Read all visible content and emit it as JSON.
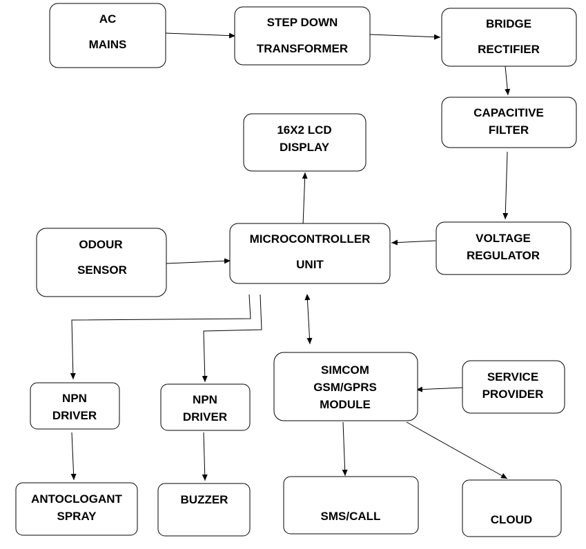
{
  "diagram": {
    "nodes": {
      "ac_mains": {
        "lines": [
          "AC",
          "MAINS"
        ]
      },
      "step_down": {
        "lines": [
          "STEP DOWN",
          "TRANSFORMER"
        ]
      },
      "bridge": {
        "lines": [
          "BRIDGE",
          "RECTIFIER"
        ]
      },
      "cap_filter": {
        "lines": [
          "CAPACITIVE",
          "FILTER"
        ]
      },
      "lcd": {
        "lines": [
          "16X2 LCD",
          "DISPLAY"
        ]
      },
      "odour": {
        "lines": [
          "ODOUR",
          "SENSOR"
        ]
      },
      "mcu": {
        "lines": [
          "MICROCONTROLLER",
          "UNIT"
        ]
      },
      "voltage_reg": {
        "lines": [
          "VOLTAGE",
          "REGULATOR"
        ]
      },
      "npn1": {
        "lines": [
          "NPN",
          "DRIVER"
        ]
      },
      "npn2": {
        "lines": [
          "NPN",
          "DRIVER"
        ]
      },
      "gsm": {
        "lines": [
          "SIMCOM",
          "GSM/GPRS",
          "MODULE"
        ]
      },
      "service": {
        "lines": [
          "SERVICE",
          "PROVIDER"
        ]
      },
      "spray": {
        "lines": [
          "ANTOCLOGANT",
          "SPRAY"
        ]
      },
      "buzzer": {
        "lines": [
          "BUZZER"
        ]
      },
      "sms": {
        "lines": [
          "SMS/CALL"
        ]
      },
      "cloud": {
        "lines": [
          "CLOUD"
        ]
      }
    },
    "edges": [
      [
        "ac_mains",
        "step_down"
      ],
      [
        "step_down",
        "bridge"
      ],
      [
        "bridge",
        "cap_filter"
      ],
      [
        "cap_filter",
        "voltage_reg"
      ],
      [
        "voltage_reg",
        "mcu"
      ],
      [
        "odour",
        "mcu"
      ],
      [
        "mcu",
        "lcd"
      ],
      [
        "mcu",
        "npn1"
      ],
      [
        "mcu",
        "npn2"
      ],
      [
        "mcu",
        "gsm"
      ],
      [
        "service",
        "gsm"
      ],
      [
        "npn1",
        "spray"
      ],
      [
        "npn2",
        "buzzer"
      ],
      [
        "gsm",
        "sms"
      ],
      [
        "gsm",
        "cloud"
      ]
    ]
  }
}
